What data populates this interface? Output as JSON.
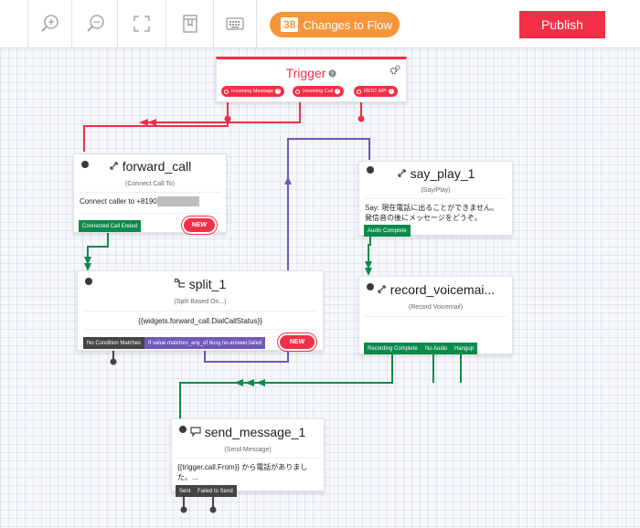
{
  "toolbar": {
    "changes_count": "38",
    "changes_label": "Changes to Flow",
    "publish_label": "Publish"
  },
  "trigger": {
    "title": "Trigger",
    "transitions": [
      "Incoming Message",
      "Incoming Call",
      "REST API"
    ]
  },
  "widgets": {
    "forward_call": {
      "name": "forward_call",
      "type": "(Connect Call To)",
      "body": "Connect caller to +8190",
      "transitions": [
        "Connected Call Ended"
      ],
      "badge": "NEW"
    },
    "say_play_1": {
      "name": "say_play_1",
      "type": "(Say/Play)",
      "body": "Say: 現在電話に出ることができません。 発信音の後にメッセージをどうぞ。",
      "transitions": [
        "Audio Complete"
      ]
    },
    "split_1": {
      "name": "split_1",
      "type": "(Split Based On...)",
      "body": "{{widgets.forward_call.DialCallStatus}}",
      "transitions": [
        "No Condition Matches",
        "If value matches_any_of busy,no-answer,failed"
      ],
      "badge": "NEW"
    },
    "record_voicemail": {
      "name": "record_voicemai...",
      "type": "(Record Voicemail)",
      "transitions": [
        "Recording Complete",
        "No Audio",
        "Hangup"
      ]
    },
    "send_message_1": {
      "name": "send_message_1",
      "type": "(Send Message)",
      "body": "{{trigger.call.From}} から電話がありました。...",
      "transitions": [
        "Sent",
        "Failed to Send"
      ]
    }
  },
  "colors": {
    "brand_red": "#f22f46",
    "orange": "#f5963a",
    "green": "#0b8b4b",
    "purple": "#6e58b9"
  }
}
